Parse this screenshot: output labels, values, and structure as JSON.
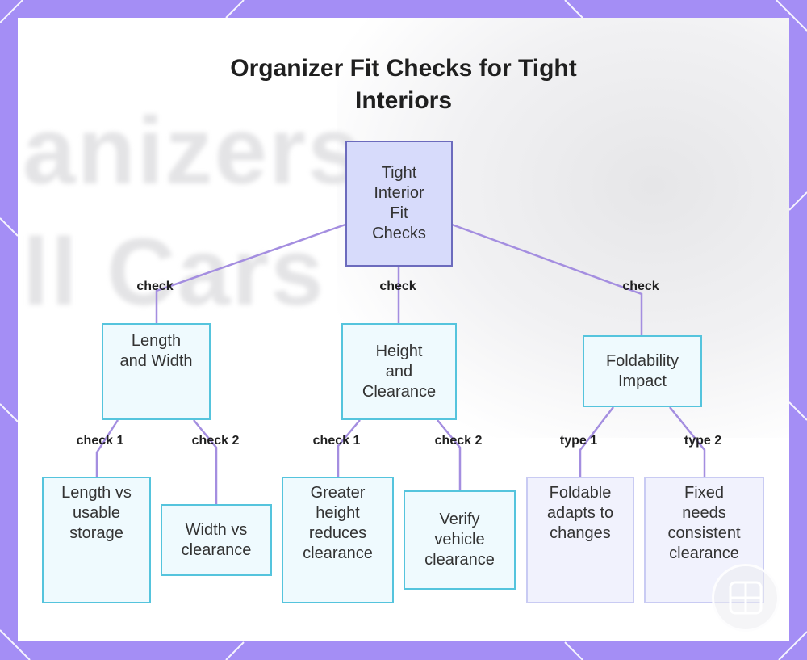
{
  "title": [
    "Organizer Fit Checks for Tight",
    "Interiors"
  ],
  "background_text": "anizers\nll Cars",
  "colors": {
    "frame": "#a48ef5",
    "root_fill": "#d7dbfb",
    "root_border": "#6c6bbd",
    "leaf_fill": "#effafe",
    "leaf_border": "#55c4dd",
    "alt_fill": "#f1f2fd",
    "alt_border": "#c9cbf3",
    "edge": "#a48ee0"
  },
  "nodes": {
    "root": [
      "Tight",
      "Interior",
      "Fit",
      "Checks"
    ],
    "length_width": [
      "Length",
      "and Width"
    ],
    "height_clearance": [
      "Height",
      "and",
      "Clearance"
    ],
    "foldability": [
      "Foldability",
      "Impact"
    ],
    "length_vs": [
      "Length vs",
      "usable",
      "storage"
    ],
    "width_vs": [
      "Width vs",
      "clearance"
    ],
    "greater_height": [
      "Greater",
      "height",
      "reduces",
      "clearance"
    ],
    "verify_vehicle": [
      "Verify",
      "vehicle",
      "clearance"
    ],
    "foldable": [
      "Foldable",
      "adapts to",
      "changes"
    ],
    "fixed": [
      "Fixed",
      "needs",
      "consistent",
      "clearance"
    ]
  },
  "edge_labels": {
    "root_lw": "check",
    "root_hc": "check",
    "root_fi": "check",
    "lw_1": "check 1",
    "lw_2": "check 2",
    "hc_1": "check 1",
    "hc_2": "check 2",
    "fi_1": "type 1",
    "fi_2": "type 2"
  },
  "logo_icon": "grid-logo-icon"
}
